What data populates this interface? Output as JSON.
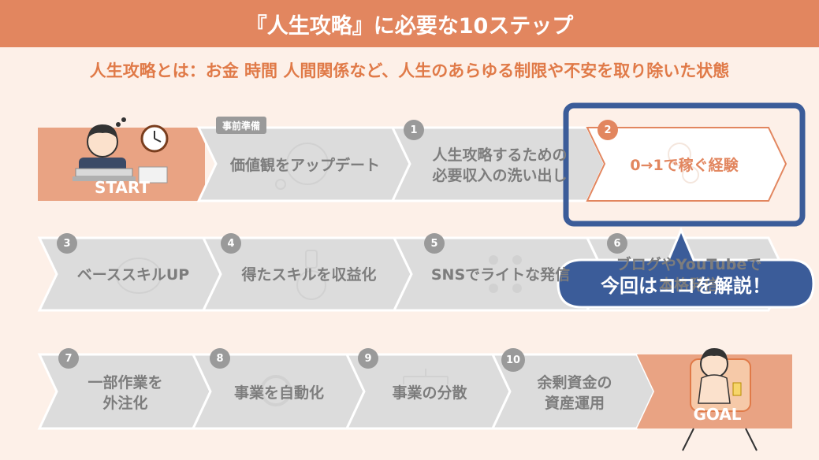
{
  "title": "『人生攻略』に必要な10ステップ",
  "subtitle": "人生攻略とは：お金 時間 人間関係など、人生のあらゆる制限や不安を取り除いた状態",
  "start_label": "START",
  "goal_label": "GOAL",
  "prep_tag": "事前準備",
  "prep_step": "価値観をアップデート",
  "steps": [
    {
      "num": "1",
      "label": "人生攻略するための\n必要収入の洗い出し"
    },
    {
      "num": "2",
      "label": "0→1で稼ぐ経験"
    },
    {
      "num": "3",
      "label": "ベーススキルUP"
    },
    {
      "num": "4",
      "label": "得たスキルを収益化"
    },
    {
      "num": "5",
      "label": "SNSでライトな発信"
    },
    {
      "num": "6",
      "label": "ブログやYouTubeで\n本格発信"
    },
    {
      "num": "7",
      "label": "一部作業を\n外注化"
    },
    {
      "num": "8",
      "label": "事業を自動化"
    },
    {
      "num": "9",
      "label": "事業の分散"
    },
    {
      "num": "10",
      "label": "余剰資金の\n資産運用"
    }
  ],
  "callout": "今回はココを解説！",
  "colors": {
    "accent": "#e2865f",
    "accent_soft": "#e9a383",
    "step_fill": "#dcdcdc",
    "callout_blue": "#3b5c99",
    "background": "#fdf0e8"
  }
}
